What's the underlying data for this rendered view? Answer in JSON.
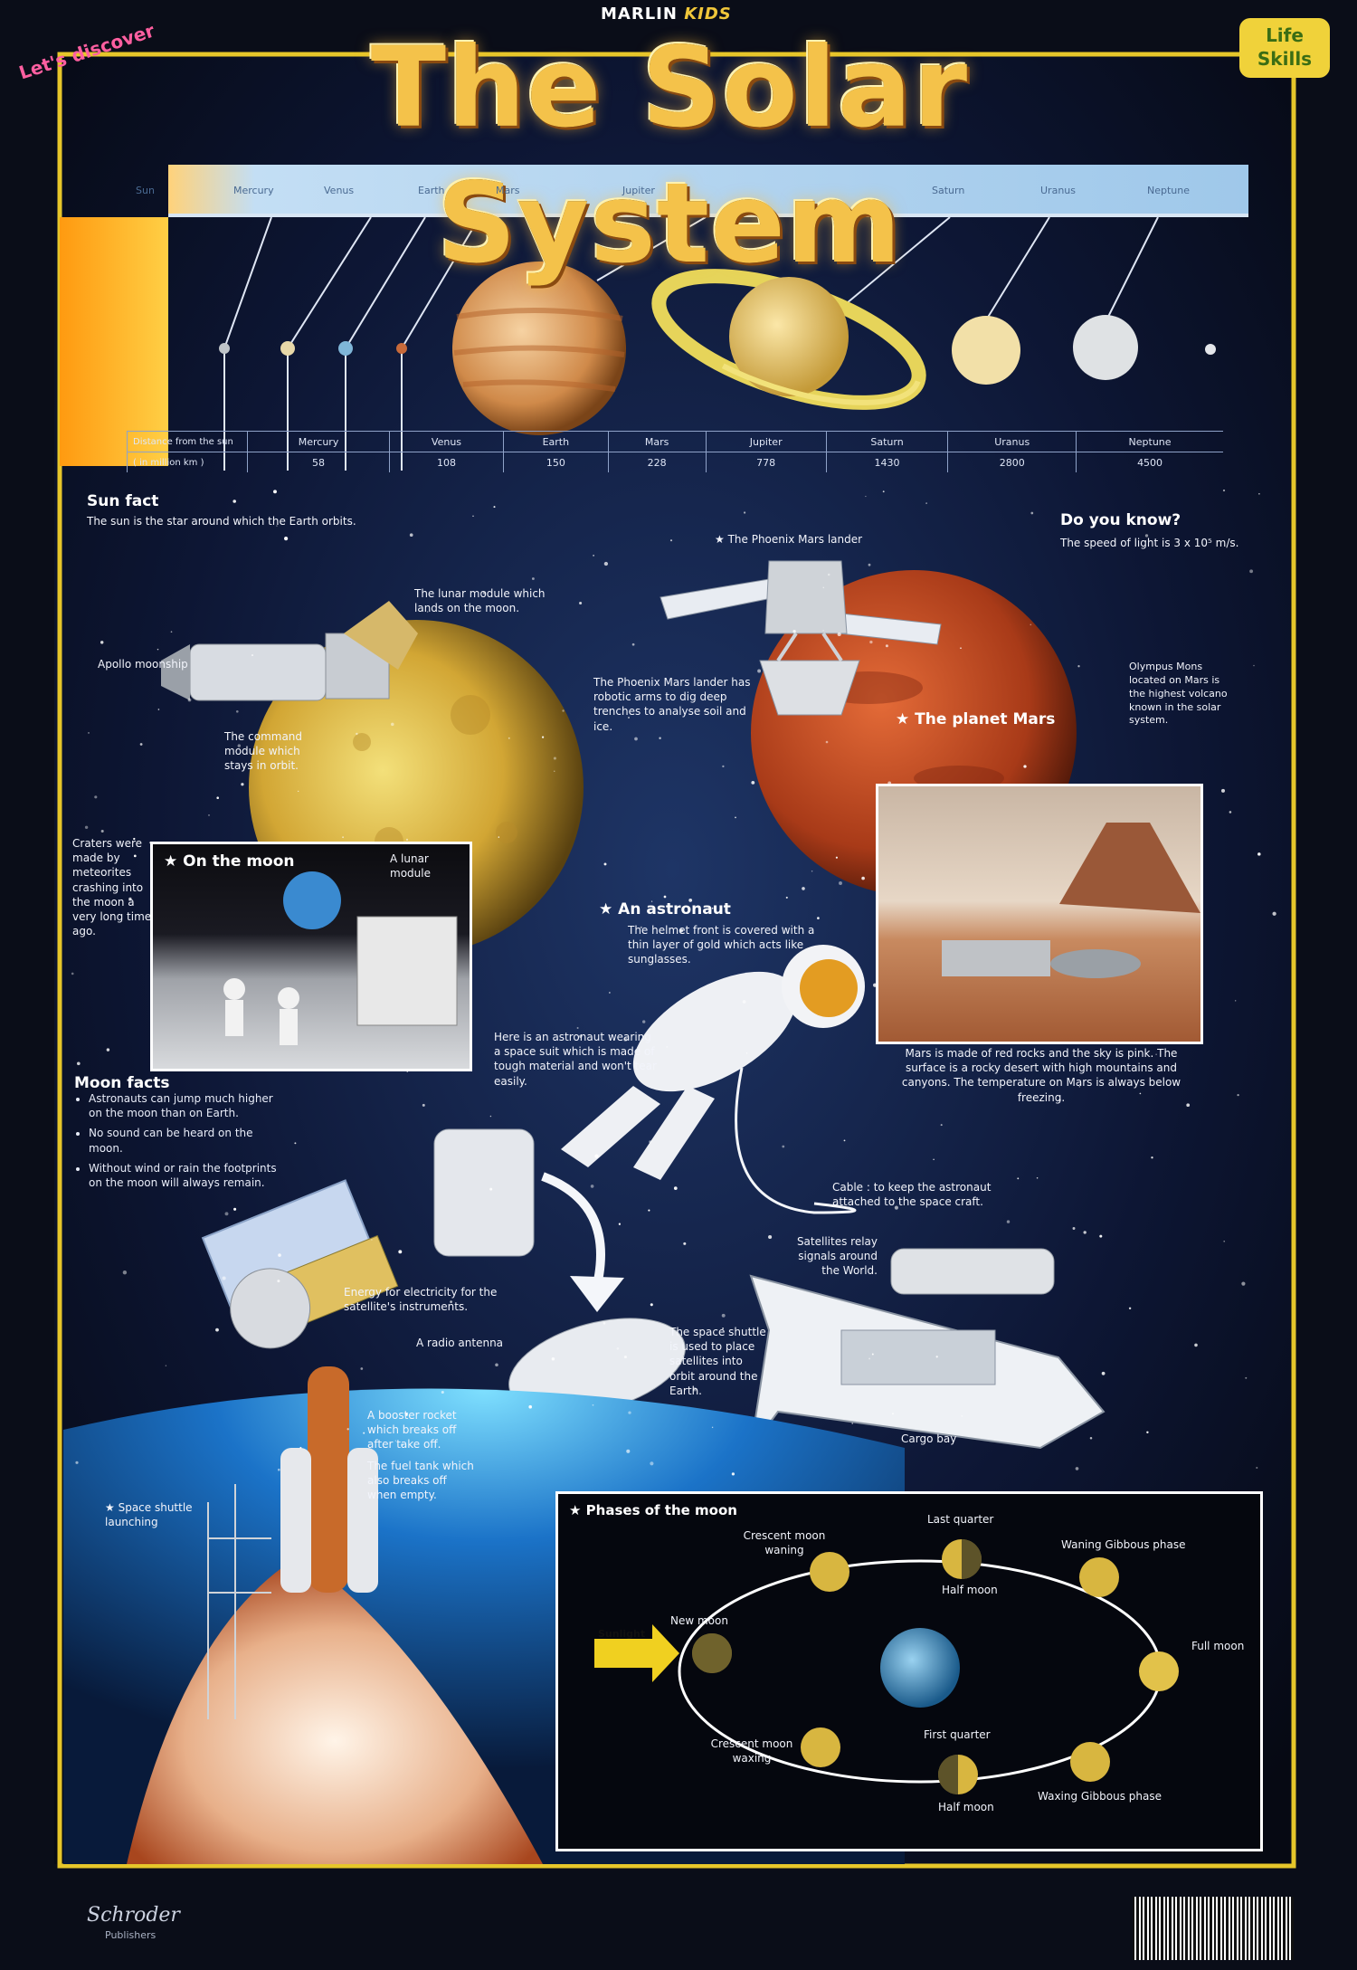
{
  "brand": {
    "marlin": "MARLIN",
    "kids": "KIDS"
  },
  "title": "The Solar System",
  "corner_badges": {
    "left": "Let's discover",
    "right": "Life Skills"
  },
  "planet_band": [
    "Sun",
    "Mercury",
    "Venus",
    "Earth",
    "Mars",
    "Jupiter",
    "Saturn",
    "Uranus",
    "Neptune"
  ],
  "distance_table": {
    "row_label_1": "Distance from the sun",
    "row_label_2": "( in million km )",
    "planets": [
      "Mercury",
      "Venus",
      "Earth",
      "Mars",
      "Jupiter",
      "Saturn",
      "Uranus",
      "Neptune"
    ],
    "values": [
      "58",
      "108",
      "150",
      "228",
      "778",
      "1430",
      "2800",
      "4500"
    ]
  },
  "sun_fact": {
    "heading": "Sun fact",
    "text": "The sun is the star around which the Earth orbits."
  },
  "do_you_know": {
    "heading": "Do you know?",
    "text": "The speed of light is 3 x 10⁵ m/s."
  },
  "labels": {
    "phoenix": "The Phoenix Mars lander",
    "phoenix_desc": "The Phoenix Mars lander has robotic arms to dig deep trenches to analyse soil and ice.",
    "lunar_module": "The lunar module which lands on the moon.",
    "apollo": "Apollo moonship",
    "command_module": "The command module which stays in orbit.",
    "planet_mars": "The planet Mars",
    "olympus": "Olympus Mons located on Mars is the highest volcano known in the solar system.",
    "craters": "Craters were made by meteorites crashing into the moon a very long time ago.",
    "astronaut_heading": "An astronaut",
    "astronaut_desc": "The helmet front is covered with a thin layer of gold which acts like sunglasses.",
    "spacesuit": "Here is an astronaut wearing a space suit which is made of tough material and won't tear easily.",
    "mars_desc": "Mars is made of red rocks and the sky is pink. The surface is a rocky desert with high mountains and canyons. The temperature on Mars is always below freezing.",
    "cable": "Cable : to keep the astronaut attached to the space craft.",
    "satellites": "Satellites relay signals around the World.",
    "energy": "Energy for electricity for the satellite's instruments.",
    "radio": "A radio antenna",
    "shuttle_desc": "The space shuttle is used to place satellites into orbit around the Earth.",
    "cargo": "Cargo bay",
    "booster": "A booster rocket which breaks off after take off.",
    "fuel_tank": "The fuel tank which also breaks off when empty.",
    "shuttle_launch": "Space shuttle launching"
  },
  "on_the_moon": {
    "heading": "On the moon",
    "lunar_module": "A lunar module"
  },
  "moon_facts": {
    "heading": "Moon facts",
    "items": [
      "Astronauts can jump much higher on the moon than on Earth.",
      "No sound can be heard on the moon.",
      "Without wind or rain the footprints on the moon will always remain."
    ]
  },
  "phases": {
    "heading": "Phases of the moon",
    "sunlight": "Sunlight",
    "new_moon": "New moon",
    "crescent_waning": "Crescent moon waning",
    "last_quarter": "Last quarter",
    "half_moon_top": "Half moon",
    "waning_gibbous": "Waning Gibbous phase",
    "full_moon": "Full moon",
    "crescent_waxing": "Crescent moon waxing",
    "first_quarter": "First quarter",
    "half_moon_bottom": "Half moon",
    "waxing_gibbous": "Waxing Gibbous phase"
  },
  "publisher": {
    "name": "Schroder",
    "sub": "Publishers"
  },
  "colors": {
    "background": "#0b1024",
    "frame": "#e6c62a",
    "title": "#f4c24a",
    "mars": "#b8431f",
    "moon": "#e0c24a"
  }
}
